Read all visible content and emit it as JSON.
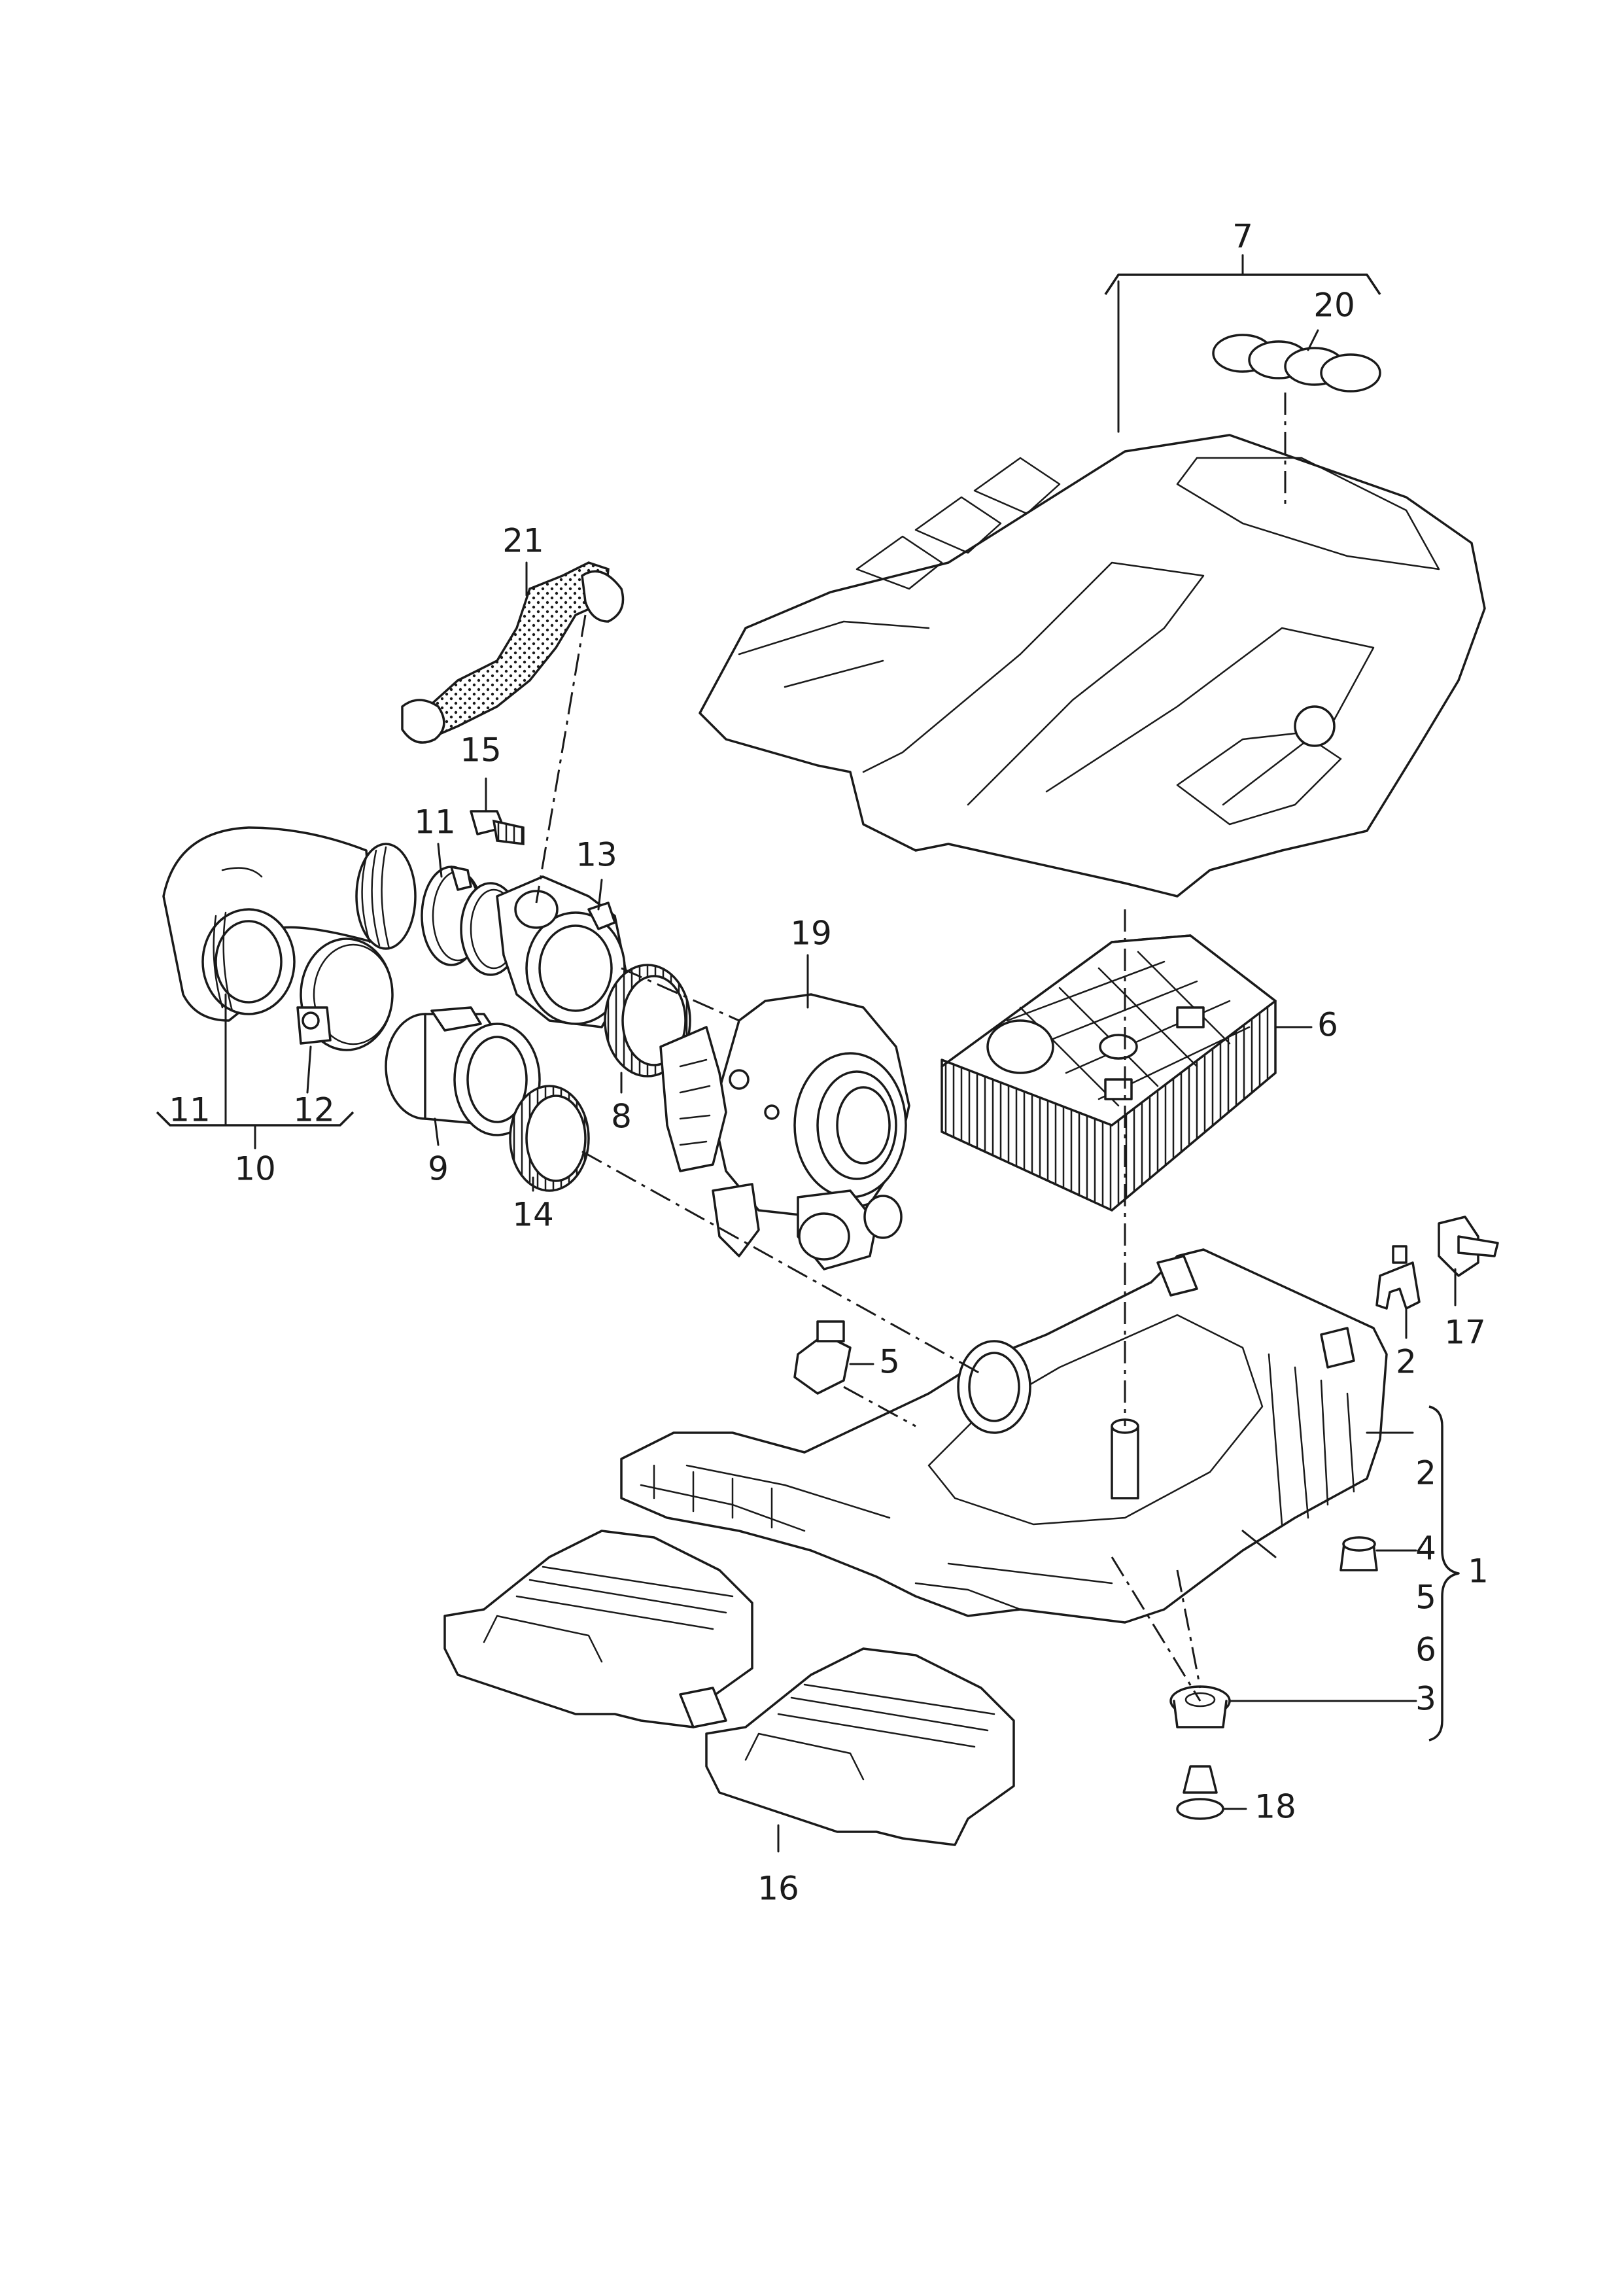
{
  "diagram": {
    "callouts": [
      {
        "id": "c7",
        "label": "7"
      },
      {
        "id": "c20",
        "label": "20"
      },
      {
        "id": "c21",
        "label": "21"
      },
      {
        "id": "c15",
        "label": "15"
      },
      {
        "id": "c11a",
        "label": "11"
      },
      {
        "id": "c13",
        "label": "13"
      },
      {
        "id": "c19",
        "label": "19"
      },
      {
        "id": "c6",
        "label": "6"
      },
      {
        "id": "c11b",
        "label": "11"
      },
      {
        "id": "c12",
        "label": "12"
      },
      {
        "id": "c10",
        "label": "10"
      },
      {
        "id": "c9",
        "label": "9"
      },
      {
        "id": "c8",
        "label": "8"
      },
      {
        "id": "c14",
        "label": "14"
      },
      {
        "id": "c5",
        "label": "5"
      },
      {
        "id": "c2a",
        "label": "2"
      },
      {
        "id": "c17",
        "label": "17"
      },
      {
        "id": "c2b",
        "label": "2"
      },
      {
        "id": "c4",
        "label": "4"
      },
      {
        "id": "c5b",
        "label": "5"
      },
      {
        "id": "c6b",
        "label": "6"
      },
      {
        "id": "c3",
        "label": "3"
      },
      {
        "id": "c1",
        "label": "1"
      },
      {
        "id": "c18",
        "label": "18"
      },
      {
        "id": "c16",
        "label": "16"
      }
    ]
  }
}
